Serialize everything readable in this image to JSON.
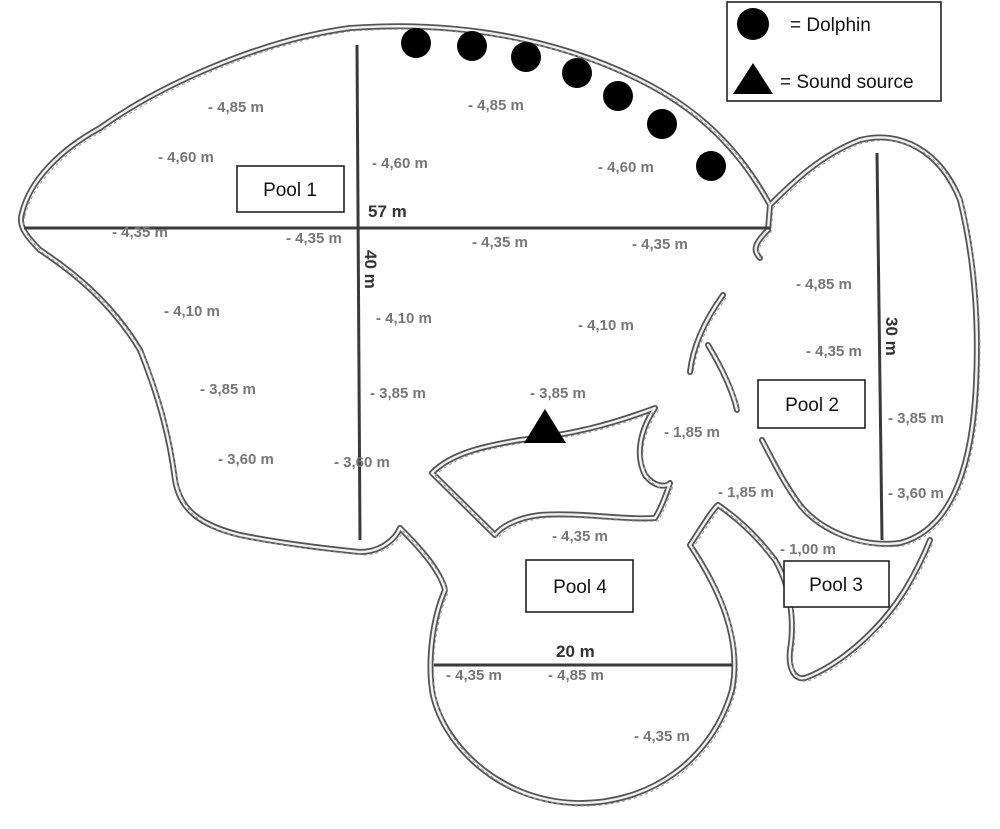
{
  "legend": {
    "dolphin_label": "= Dolphin",
    "sound_label": "= Sound source"
  },
  "pools": {
    "pool1": "Pool 1",
    "pool2": "Pool 2",
    "pool3": "Pool 3",
    "pool4": "Pool 4"
  },
  "dimensions": {
    "pool1_length": "57 m",
    "pool1_width": "40 m",
    "pool2_length": "30 m",
    "pool4_diameter": "20 m"
  },
  "depths": [
    "- 4,85 m",
    "- 4,85 m",
    "- 4,60 m",
    "- 4,60 m",
    "- 4,60 m",
    "- 4,35 m",
    "- 4,35 m",
    "- 4,35 m",
    "- 4,35 m",
    "- 4,10 m",
    "- 4,10 m",
    "- 4,10 m",
    "- 3,85 m",
    "- 3,85 m",
    "- 3,85 m",
    "- 3,60 m",
    "- 3,60 m",
    "- 4,85 m",
    "- 4,35 m",
    "- 3,85 m",
    "- 3,60 m",
    "- 1,85 m",
    "- 1,85 m",
    "- 1,00 m",
    "- 4,35 m",
    "- 4,35 m",
    "- 4,85 m",
    "- 4,35 m"
  ],
  "markers": {
    "dolphin_count": 7,
    "sound_source_count": 1
  }
}
